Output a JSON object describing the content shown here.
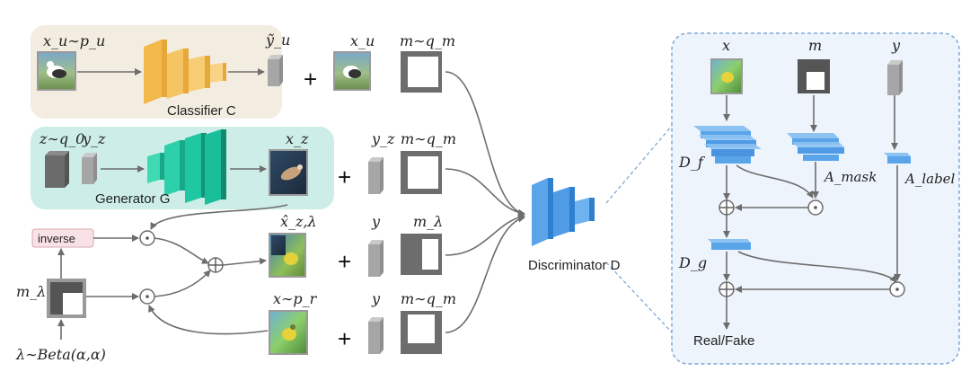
{
  "labels": {
    "xu_pu": "x_u∼p_u",
    "yu_tilde": "ỹ_u",
    "xu": "x_u",
    "m_qm": "m∼q_m",
    "classifier": "Classifier C",
    "z_q0": "z∼q_0",
    "yz": "y_z",
    "xz": "x_z",
    "generator": "Generator G",
    "xhat_z_lambda": "x̂_z,λ",
    "y": "y",
    "m_lambda": "m_λ",
    "x_pr": "x∼p_r",
    "inverse": "inverse",
    "lambda_beta": "λ∼Beta(α,α)",
    "discriminator": "Discriminator D",
    "plus": "+"
  },
  "detail": {
    "x": "x",
    "m": "m",
    "y": "y",
    "Df": "D_f",
    "Dg": "D_g",
    "Amask": "A_mask",
    "Alabel": "A_label",
    "real_fake": "Real/Fake"
  },
  "colors": {
    "classifier_panel": "#f3ece0",
    "generator_panel": "#cdeee8",
    "detail_panel": "#eef4fb",
    "detail_border": "#7fa8d8",
    "classifier_block": "#f5c463",
    "generator_block": "#1fc7a3",
    "discriminator_block": "#4f9be6",
    "inverse_box": "#f9e2e6"
  }
}
